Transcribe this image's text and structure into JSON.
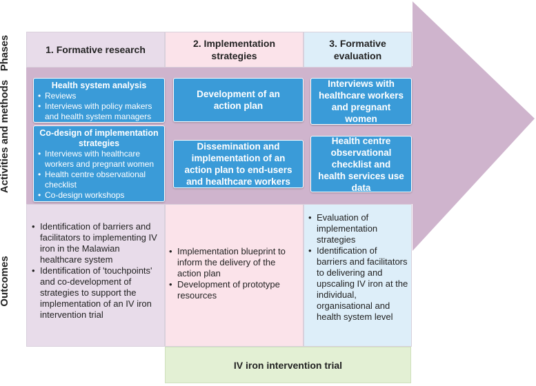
{
  "row_labels": {
    "phases": "Phases",
    "activities": "Activities and methods",
    "outcomes": "Outcomes"
  },
  "phases": [
    {
      "label": "1. Formative research"
    },
    {
      "label": "2. Implementation strategies"
    },
    {
      "label": "3. Formative evaluation"
    }
  ],
  "activities": {
    "col1": [
      {
        "title": "Health system analysis",
        "items": [
          "Reviews",
          "Interviews with policy makers and health system managers"
        ]
      },
      {
        "title": "Co-design of implementation strategies",
        "items": [
          "Interviews with healthcare workers and pregnant women",
          "Health centre observational checklist",
          "Co-design workshops"
        ]
      }
    ],
    "col2": [
      {
        "text": "Development of an action plan"
      },
      {
        "text": "Dissemination and implementation of an action plan to end-users and healthcare workers"
      }
    ],
    "col3": [
      {
        "text": "Interviews with healthcare workers and pregnant women"
      },
      {
        "text": "Health centre observational checklist and health services use data"
      }
    ]
  },
  "outcomes": {
    "col1": [
      "Identification of barriers and facilitators to implementing IV iron in the Malawian healthcare system",
      "Identification of 'touchpoints' and co-development of strategies to support the implementation of an IV iron intervention trial"
    ],
    "col2": [
      "Implementation blueprint to inform the delivery of the action plan",
      "Development of prototype resources"
    ],
    "col3": [
      "Evaluation of implementation strategies",
      "Identification of barriers and facilitators to delivering and upscaling IV iron at the individual, organisational and health system level"
    ]
  },
  "footer": {
    "label": "IV iron intervention trial"
  },
  "colors": {
    "arrow": "#cfb4cd",
    "col1": "#e8dcea",
    "col2": "#fbe3ea",
    "col3": "#ddeef9",
    "box": "#3a9bd8",
    "trial": "#e3f0d4"
  }
}
